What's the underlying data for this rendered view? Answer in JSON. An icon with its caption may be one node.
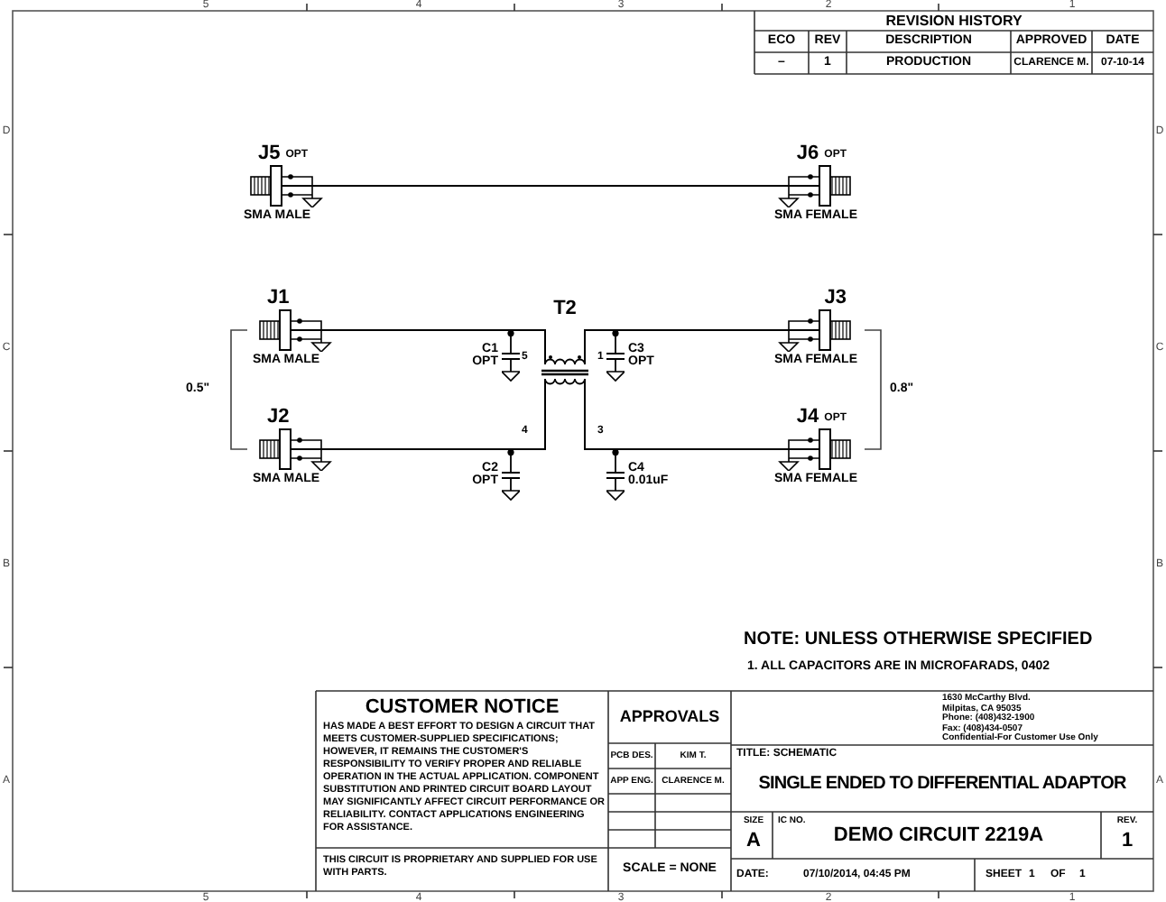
{
  "diagram": {
    "nodes": [
      {
        "text": [
          "J5",
          "OPT",
          "SMA MALE"
        ]
      },
      {
        "text": [
          "J6",
          "OPT",
          "SMA FEMALE"
        ]
      },
      {
        "text": [
          "J1",
          "SMA MALE"
        ]
      },
      {
        "text": [
          "T2"
        ]
      },
      {
        "text": [
          "J3",
          "SMA FEMALE"
        ]
      },
      {
        "text": [
          "C1",
          "OPT"
        ]
      },
      {
        "text": [
          "C3",
          "OPT"
        ]
      },
      {
        "text": [
          "J2",
          "SMA MALE"
        ]
      },
      {
        "text": [
          "J4",
          "OPT",
          "SMA FEMALE"
        ]
      },
      {
        "text": [
          "C2",
          "OPT"
        ]
      },
      {
        "text": [
          "C4",
          "0.01uF"
        ]
      }
    ],
    "edges": [
      {
        "from": 0,
        "to": 1,
        "arrow": "none"
      },
      {
        "from": 2,
        "to": 5,
        "arrow": "none"
      },
      {
        "from": 5,
        "to": 3,
        "arrow": "none"
      },
      {
        "from": 3,
        "to": 6,
        "arrow": "none"
      },
      {
        "from": 6,
        "to": 4,
        "arrow": "none"
      },
      {
        "from": 7,
        "to": 9,
        "arrow": "none"
      },
      {
        "from": 9,
        "to": 3,
        "arrow": "none"
      },
      {
        "from": 3,
        "to": 10,
        "arrow": "none"
      },
      {
        "from": 10,
        "to": 8,
        "arrow": "none"
      }
    ],
    "labels": [
      "5",
      "4",
      "3",
      "2",
      "1",
      "D",
      "C",
      "B",
      "A",
      "D",
      "C",
      "B",
      "A",
      "REVISION HISTORY",
      "ECO",
      "REV",
      "DESCRIPTION",
      "APPROVED",
      "DATE",
      "–",
      "1",
      "PRODUCTION",
      "CLARENCE M.",
      "07-10-14",
      "5",
      "1",
      "4",
      "3",
      "0.5\"",
      "0.8\"",
      "NOTE: UNLESS OTHERWISE SPECIFIED",
      "1. ALL CAPACITORS ARE IN MICROFARADS, 0402",
      "CUSTOMER NOTICE",
      "HAS MADE A BEST EFFORT TO DESIGN A CIRCUIT THAT MEETS CUSTOMER-SUPPLIED SPECIFICATIONS; HOWEVER, IT REMAINS THE CUSTOMER'S RESPONSIBILITY TO VERIFY PROPER AND RELIABLE OPERATION IN THE ACTUAL APPLICATION. COMPONENT SUBSTITUTION AND PRINTED CIRCUIT BOARD LAYOUT MAY SIGNIFICANTLY AFFECT CIRCUIT PERFORMANCE OR RELIABILITY. CONTACT APPLICATIONS ENGINEERING FOR ASSISTANCE.",
      "THIS CIRCUIT IS PROPRIETARY AND SUPPLIED FOR USE WITH PARTS.",
      "APPROVALS",
      "PCB DES.",
      "KIM T.",
      "APP ENG.",
      "CLARENCE M.",
      "SCALE = NONE",
      "1630 McCarthy Blvd.",
      "Milpitas, CA 95035",
      "Phone: (408)432-1900",
      "Fax: (408)434-0507",
      "Confidential-For Customer Use Only",
      "TITLE: SCHEMATIC",
      "SINGLE ENDED TO DIFFERENTIAL ADAPTOR",
      "SIZE",
      "A",
      "IC NO.",
      "DEMO CIRCUIT 2219A",
      "REV.",
      "1",
      "DATE:",
      "07/10/2014, 04:45 PM",
      "SHEET",
      "1",
      "OF",
      "1",
      "5",
      "4",
      "3",
      "2",
      "1"
    ]
  }
}
